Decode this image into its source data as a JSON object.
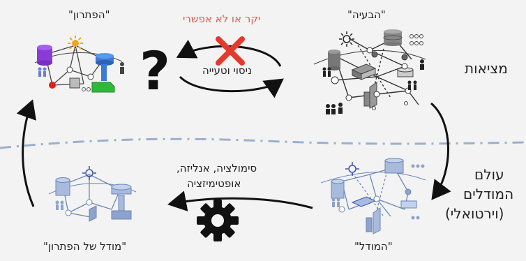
{
  "labels": {
    "problem": "\"הבעיה\"",
    "solution": "\"הפתרון\"",
    "model": "\"המודל\"",
    "solution_model": "\"מודל של הפתרון\"",
    "expensive": "יקר או לא אפשרי",
    "trial_error": "ניסוי וטעייה",
    "simulation_line1": "סימולציה, אנליזה,",
    "simulation_line2": "אופטימיזציה",
    "reality": "מציאות",
    "models_world_line1": "עולם",
    "models_world_line2": "המודלים",
    "models_world_line3": "(וירטואלי)"
  },
  "icons": {
    "question_mark": "?"
  },
  "colors": {
    "background": "#f3f3f3",
    "divider": "#9ab0cc",
    "cross": "#e23b2e",
    "expensive_text": "#e05a5a",
    "purple_db": "#8a3bd6",
    "blue_db": "#3b7bd8",
    "green_block": "#2fb83a",
    "red_dot": "#e11d1d",
    "sun": "#f3a51b",
    "model_blue": "#6b86b8"
  }
}
